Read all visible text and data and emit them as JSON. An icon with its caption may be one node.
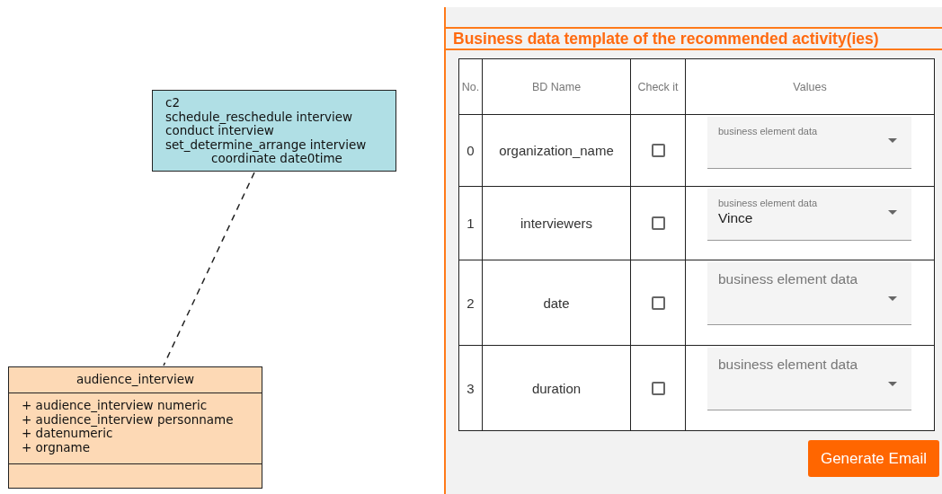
{
  "diagram": {
    "nodes": [
      {
        "text": [
          "c2",
          "schedule_reschedule interview",
          "conduct interview",
          "set_determine_arrange interview",
          "coordinate date0time"
        ]
      },
      {
        "text": [
          "audience_interview",
          "+ audience_interview numeric",
          "+ audience_interview personname",
          "+ datenumeric",
          "+ orgname"
        ]
      }
    ],
    "edges": [
      {
        "from": 0,
        "to": 1,
        "arrow": "none",
        "style": "dashed"
      }
    ],
    "labels": [
      "Business data template of the recommended activity(ies)",
      "No.",
      "BD Name",
      "Check it",
      "Values",
      "0",
      "organization_name",
      "business element data",
      "1",
      "interviewers",
      "business element data",
      "Vince",
      "2",
      "date",
      "business element data",
      "3",
      "duration",
      "business element data",
      "Generate Email"
    ]
  }
}
